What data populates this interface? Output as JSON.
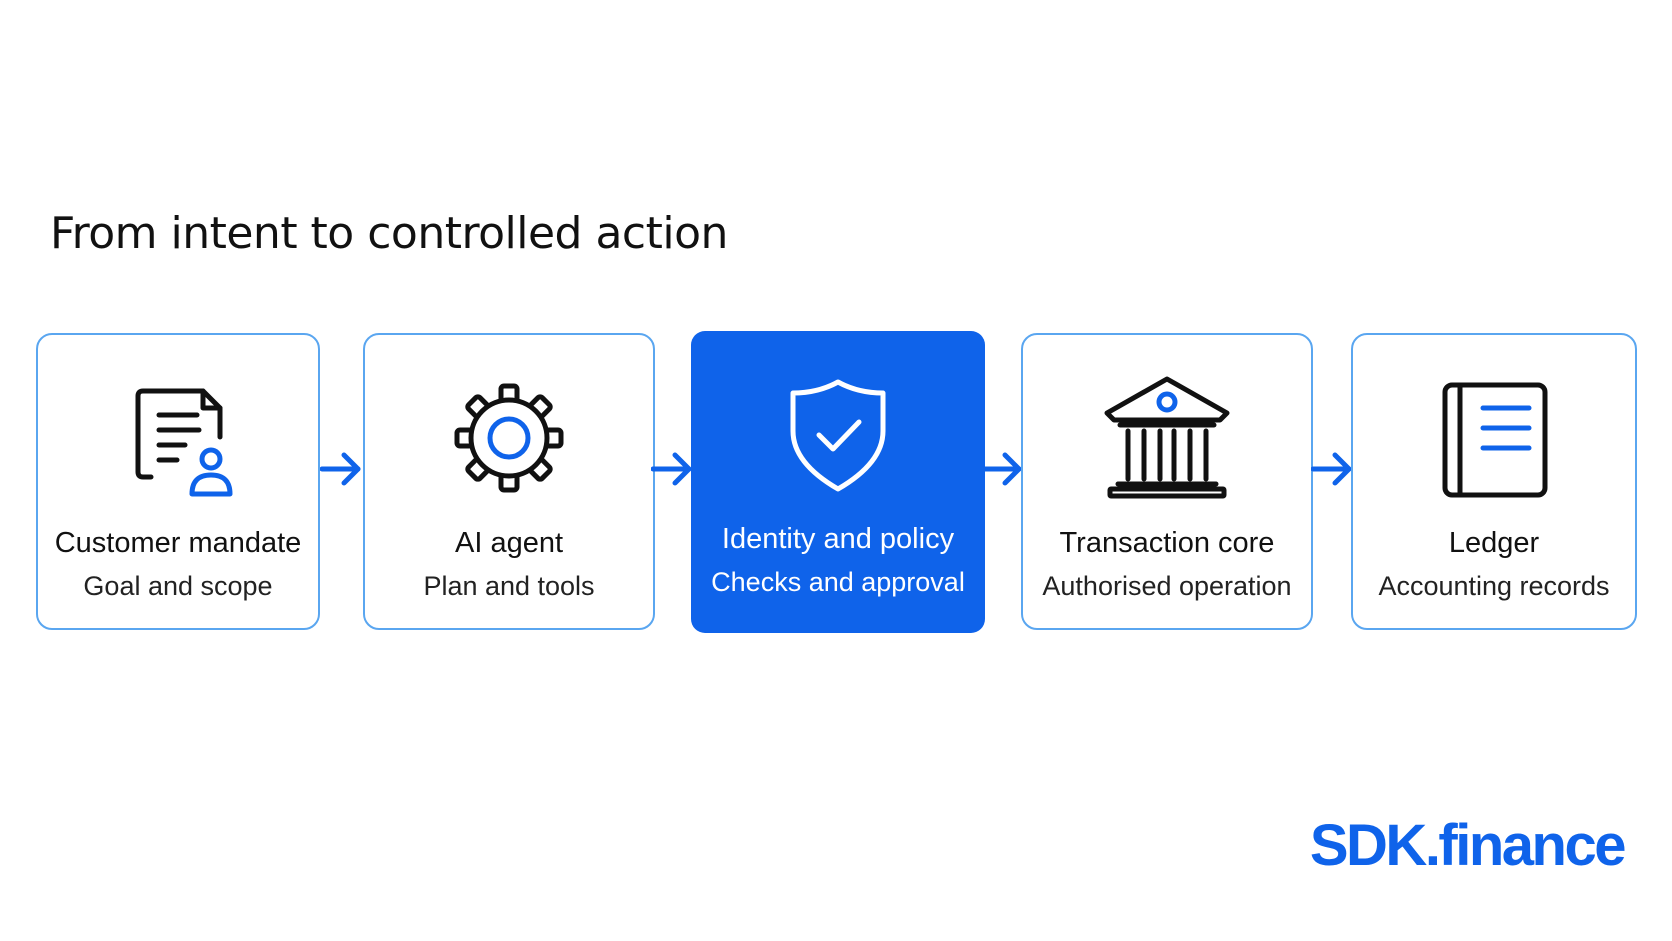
{
  "title": "From intent to controlled action",
  "colors": {
    "accent": "#0f63ea",
    "border": "#5aa6f0",
    "text": "#111111",
    "background": "#ffffff"
  },
  "steps": [
    {
      "label": "Customer mandate",
      "sublabel": "Goal and scope",
      "icon": "document-user-icon",
      "highlighted": false
    },
    {
      "label": "AI agent",
      "sublabel": "Plan and tools",
      "icon": "gear-icon",
      "highlighted": false
    },
    {
      "label": "Identity and policy",
      "sublabel": "Checks and approval",
      "icon": "shield-check-icon",
      "highlighted": true
    },
    {
      "label": "Transaction core",
      "sublabel": "Authorised operation",
      "icon": "bank-icon",
      "highlighted": false
    },
    {
      "label": "Ledger",
      "sublabel": "Accounting records",
      "icon": "ledger-book-icon",
      "highlighted": false
    }
  ],
  "connectors": {
    "icon": "arrow-right-icon"
  },
  "brand": {
    "logo_text": "SDK.finance"
  }
}
